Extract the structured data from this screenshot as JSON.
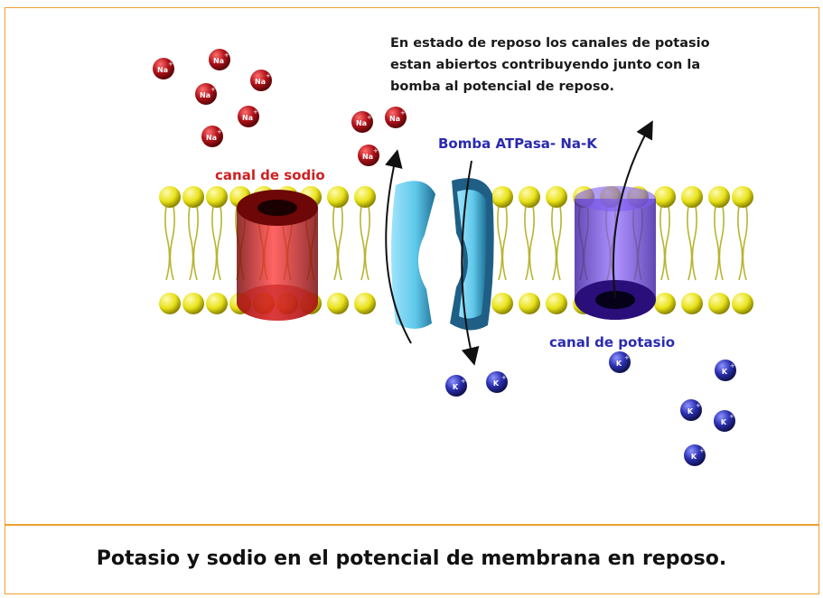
{
  "diagram": {
    "note_lines": [
      "En estado de reposo los canales de potasio",
      "estan abiertos contribuyendo junto con la",
      "bomba al potencial de reposo."
    ],
    "sodium_channel_label": "canal de sodio",
    "pump_label": "Bomba ATPasa- Na-K",
    "potassium_channel_label": "canal de potasio",
    "sodium_ion_label": "Na",
    "potassium_ion_label": "K",
    "ion_charge": "+",
    "colors": {
      "sodium": "#b3121a",
      "potassium": "#2b2fb0",
      "lipid_head": "#e8e21a",
      "pump": "#5fc8ea",
      "potassium_channel": "#6a3df0",
      "accent": "#f0a030"
    }
  },
  "caption": "Potasio y sodio en el potencial de membrana en reposo."
}
